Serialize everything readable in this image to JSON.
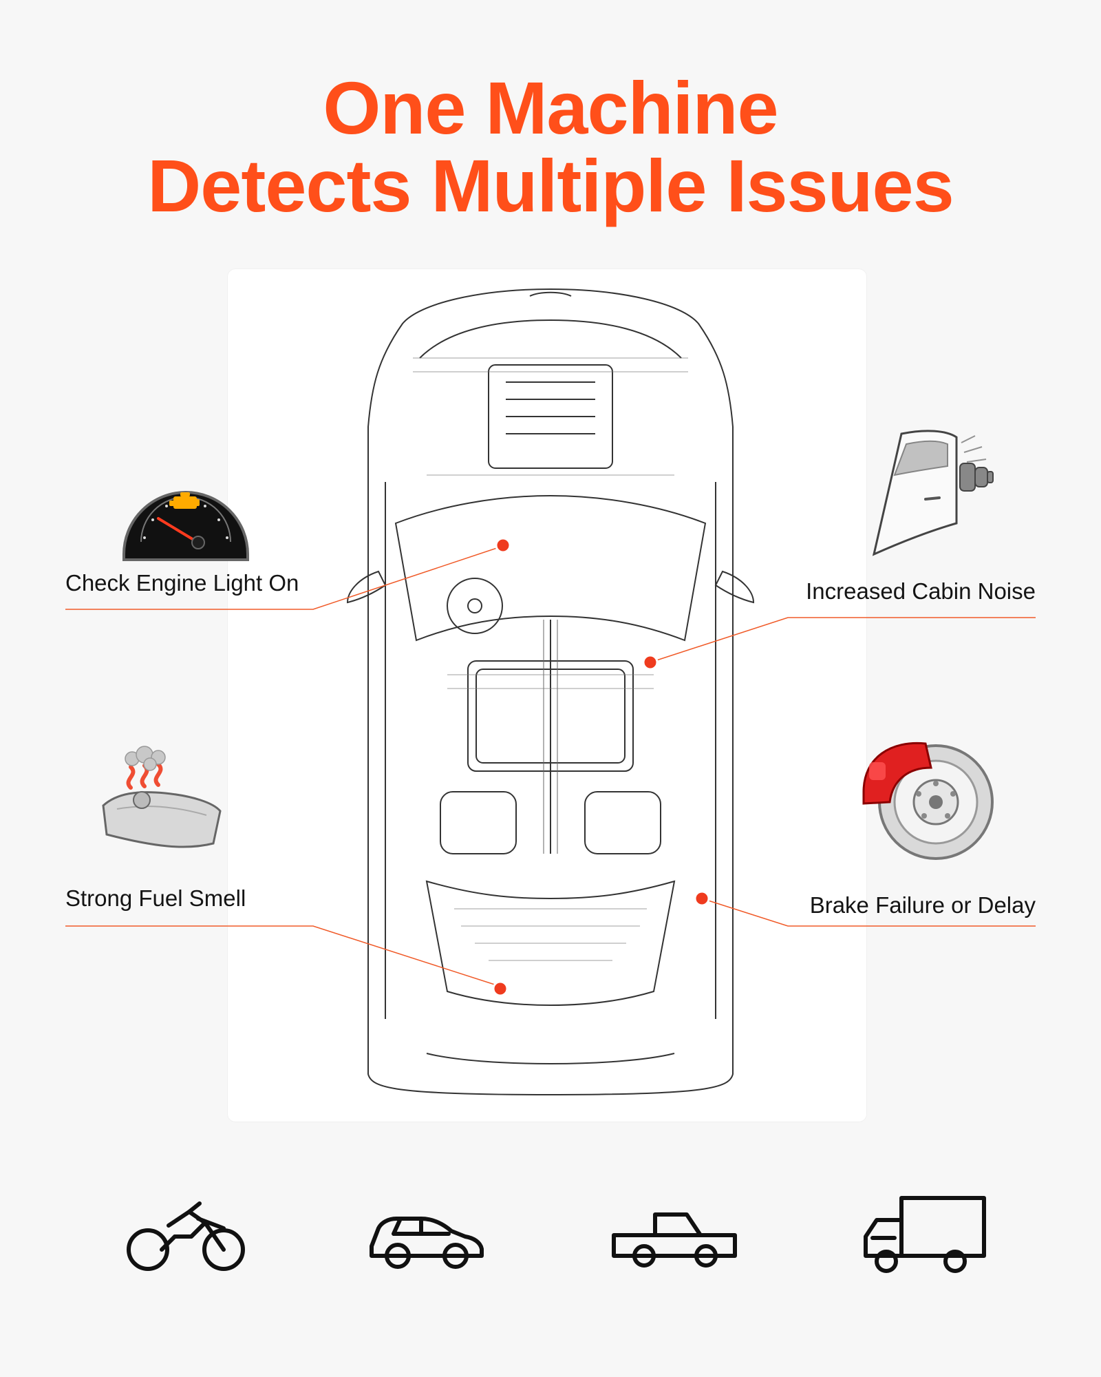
{
  "header": {
    "title_line1": "One Machine",
    "title_line2": "Detects Multiple Issues"
  },
  "issues": [
    {
      "label": "Check Engine Light On",
      "icon": "check-engine-gauge-icon"
    },
    {
      "label": "Increased Cabin Noise",
      "icon": "car-door-noise-icon"
    },
    {
      "label": "Strong Fuel Smell",
      "icon": "fuel-tank-smell-icon"
    },
    {
      "label": "Brake Failure or Delay",
      "icon": "brake-disc-caliper-icon"
    }
  ],
  "vehicles": [
    {
      "icon": "motorcycle-icon"
    },
    {
      "icon": "car-icon"
    },
    {
      "icon": "pickup-truck-icon"
    },
    {
      "icon": "box-truck-icon"
    }
  ],
  "colors": {
    "accent": "#ff4f1a",
    "callout_line": "#f05a28",
    "marker": "#ef3b1e"
  }
}
